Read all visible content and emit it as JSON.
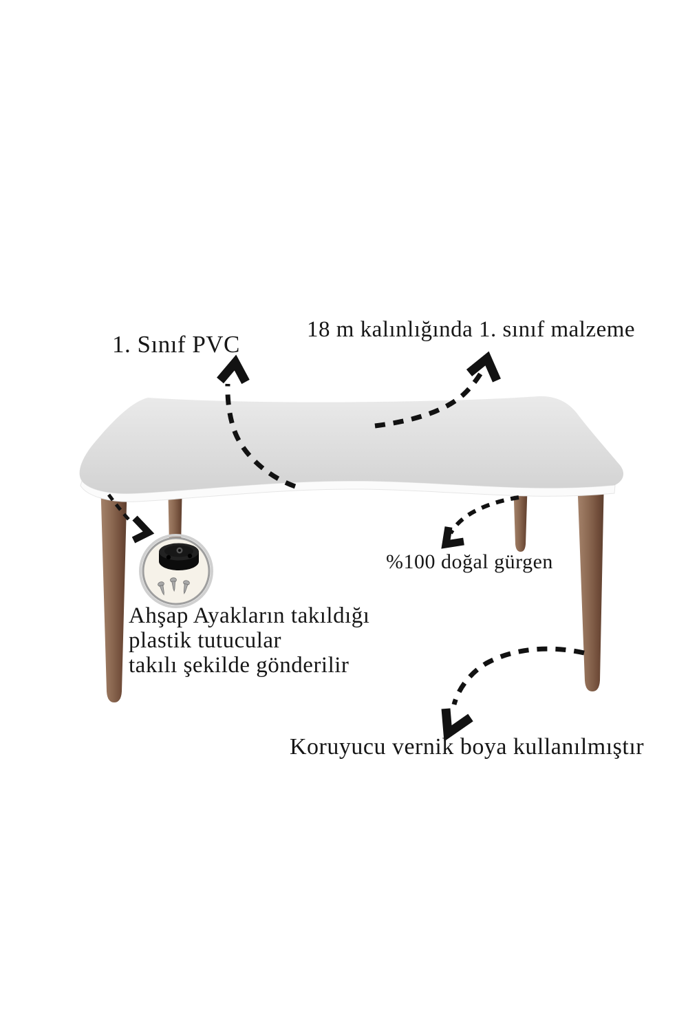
{
  "labels": {
    "pvc": "1. Sınıf PVC",
    "material": "18 m kalınlığında 1. sınıf malzeme",
    "wood": "%100 doğal gürgen",
    "holders": {
      "line1": "Ahşap Ayakların takıldığı",
      "line2": "plastik tutucular",
      "line3": "takılı şekilde gönderilir"
    },
    "varnish": "Koruyucu vernik boya kullanılmıştır"
  },
  "colors": {
    "background": "#ffffff",
    "arrow": "#121212",
    "text": "#161616",
    "table_top_light": "#e9e9e9",
    "table_top_dark": "#d5d5d5",
    "table_edge": "#fbfbfb",
    "leg_wood": "#8a6750",
    "inset_fill": "#f6f2e9",
    "inset_ring": "#9e9e9e",
    "holder_plastic": "#0c0c0c",
    "screw_metal": "#a9a9a9"
  }
}
